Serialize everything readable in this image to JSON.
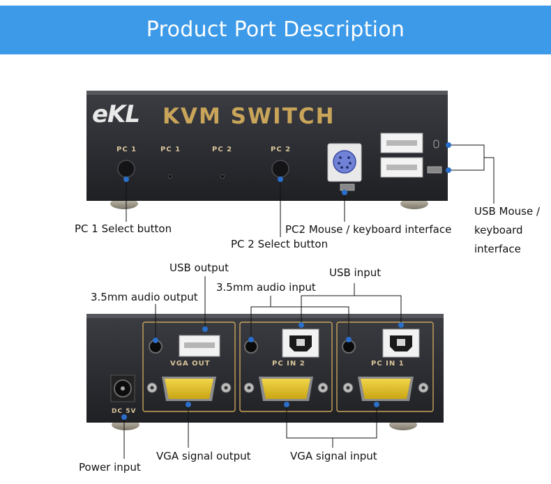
{
  "title": "Product Port Description",
  "front_panel": {
    "brand": "eKL",
    "product_name": "KVM SWITCH",
    "button_labels": [
      "PC 1",
      "PC 1",
      "PC 2",
      "PC 2"
    ]
  },
  "back_panel": {
    "vga_out_label": "VGA OUT",
    "pc_in_2_label": "PC IN 2",
    "pc_in_1_label": "PC IN 1",
    "dc_label": "DC 5V"
  },
  "callouts": {
    "pc1_select": "PC 1 Select button",
    "pc2_select": "PC 2 Select button",
    "pc2_mouse_keyboard": "PC2 Mouse / keyboard interface",
    "usb_mouse_keyboard": [
      "USB Mouse /",
      "keyboard",
      "interface"
    ],
    "usb_output": "USB output",
    "audio_output": "3.5mm audio output",
    "audio_input": "3.5mm audio input",
    "usb_input": "USB input",
    "power_input": "Power input",
    "vga_signal_output": "VGA signal output",
    "vga_signal_input": "VGA signal input"
  },
  "colors": {
    "banner": "#3c9ae8",
    "callout_line": "#2a6fc9",
    "panel": "#2e3035",
    "gold": "#c9a55a"
  }
}
